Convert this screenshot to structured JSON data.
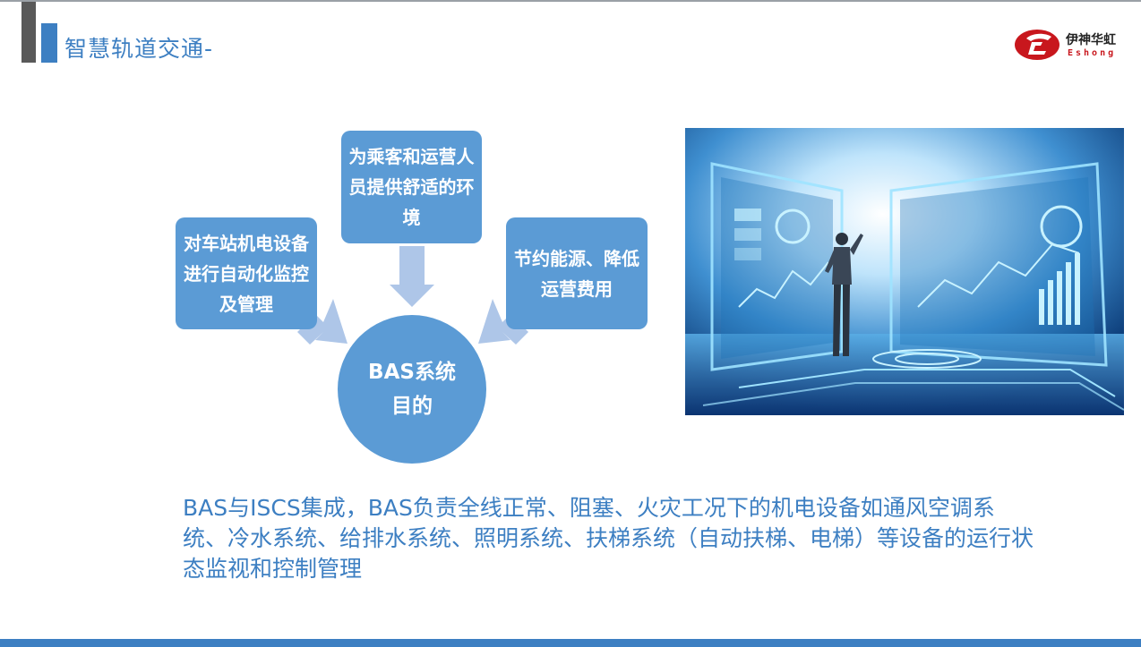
{
  "header": {
    "title": "智慧轨道交通-",
    "accent_color": "#3d7fc2",
    "dark_color": "#595959"
  },
  "logo": {
    "name_cn": "伊神华虹",
    "name_en": "Eshong",
    "brand_color": "#c8171d"
  },
  "diagram": {
    "center": "BAS系统目的",
    "boxes": {
      "left": "对车站机电设备进行自动化监控及管理",
      "top": "为乘客和运营人员提供舒适的环境",
      "right": "节约能源、降低运营费用"
    },
    "box_color": "#5b9bd5",
    "arrow_color": "#aec6e8"
  },
  "photo": {
    "icon": "smart-city-hologram-illustration"
  },
  "caption": "BAS与ISCS集成，BAS负责全线正常、阻塞、火灾工况下的机电设备如通风空调系统、冷水系统、给排水系统、照明系统、扶梯系统（自动扶梯、电梯）等设备的运行状态监视和控制管理"
}
